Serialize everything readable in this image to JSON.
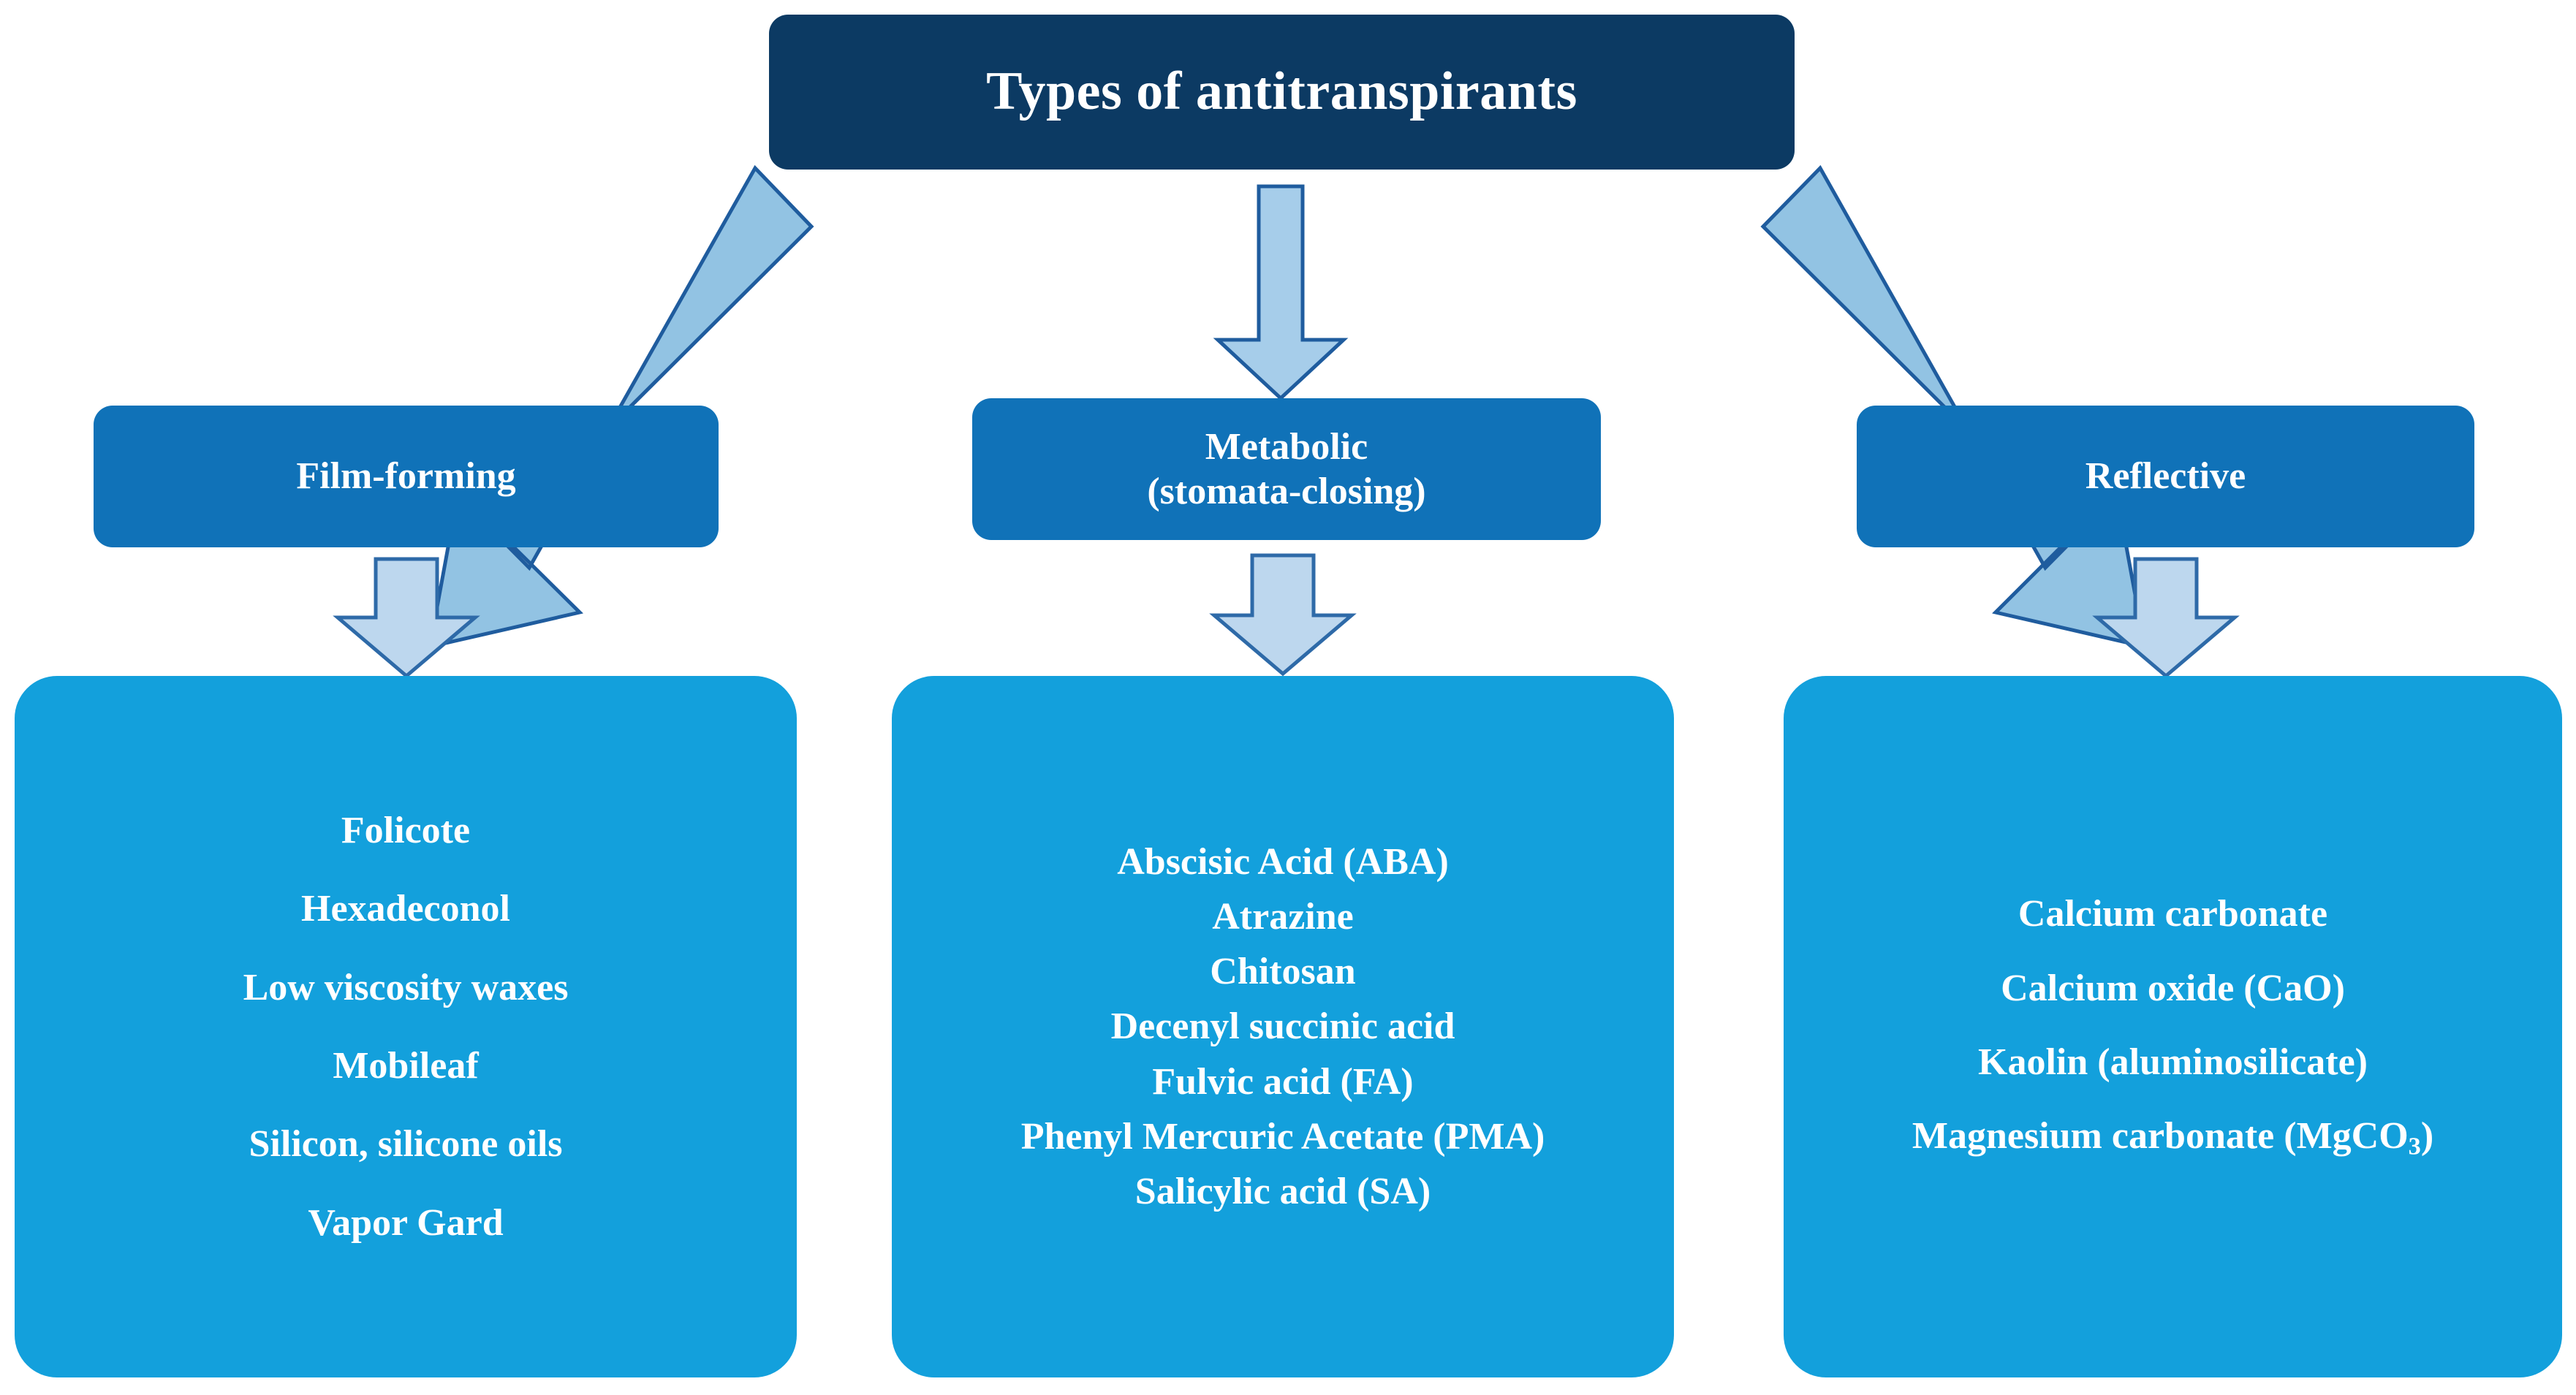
{
  "diagram": {
    "type": "hierarchy-flowchart",
    "title": "Types of antitranspirants",
    "colors": {
      "title_box": "#0C3A63",
      "category_box": "#1072B8",
      "list_box": "#13A0DC",
      "arrow_large_fill": "#92C3E3",
      "arrow_mid_fill": "#A6CDEA",
      "arrow_small_fill": "#BDD7EE",
      "arrow_stroke": "#1F5C9E",
      "text": "#FFFFFF",
      "background": "#FFFFFF"
    },
    "branches": [
      {
        "id": "film-forming",
        "category": "Film-forming",
        "category_line2": "",
        "items": [
          "Folicote",
          "Hexadeconol",
          "Low viscosity waxes",
          "Mobileaf",
          "Silicon, silicone oils",
          "Vapor Gard"
        ]
      },
      {
        "id": "metabolic",
        "category": "Metabolic",
        "category_line2": "(stomata-closing)",
        "items": [
          "Abscisic Acid (ABA)",
          "Atrazine",
          "Chitosan",
          "Decenyl succinic acid",
          "Fulvic acid (FA)",
          "Phenyl Mercuric Acetate (PMA)",
          "Salicylic acid (SA)"
        ]
      },
      {
        "id": "reflective",
        "category": "Reflective",
        "category_line2": "",
        "items": [
          "Calcium carbonate",
          "Calcium oxide (CaO)",
          "Kaolin (aluminosilicate)",
          "Magnesium carbonate (MgCO3)"
        ]
      }
    ],
    "connectors": [
      {
        "name": "arrow-title-to-film-forming",
        "shape": "diagonal-arrow",
        "direction": "down-left"
      },
      {
        "name": "arrow-title-to-metabolic",
        "shape": "block-arrow",
        "direction": "down"
      },
      {
        "name": "arrow-title-to-reflective",
        "shape": "diagonal-arrow",
        "direction": "down-right"
      },
      {
        "name": "arrow-film-forming-to-list",
        "shape": "block-arrow",
        "direction": "down"
      },
      {
        "name": "arrow-metabolic-to-list",
        "shape": "block-arrow",
        "direction": "down"
      },
      {
        "name": "arrow-reflective-to-list",
        "shape": "block-arrow",
        "direction": "down"
      }
    ]
  }
}
